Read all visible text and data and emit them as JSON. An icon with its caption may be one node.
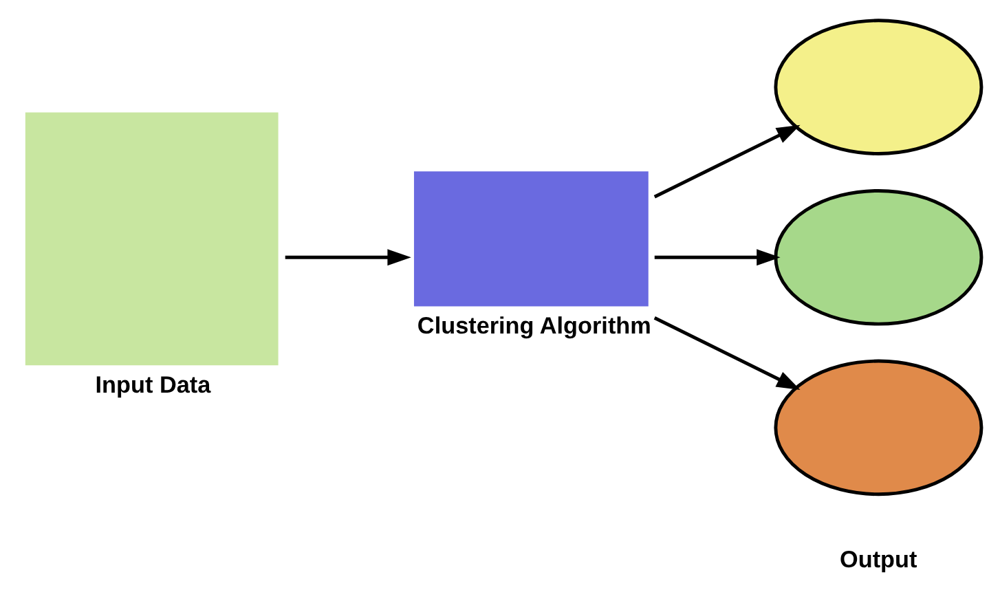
{
  "diagram": {
    "nodes": [
      {
        "text": [],
        "shape": "box",
        "beside": [
          "Input Data"
        ]
      },
      {
        "text": [],
        "shape": "box",
        "beside": [
          "Clustering Algorithm"
        ]
      },
      {
        "text": [],
        "shape": "circle"
      },
      {
        "text": [],
        "shape": "circle"
      },
      {
        "text": [],
        "shape": "circle"
      }
    ],
    "edges": [
      {
        "from": 0,
        "to": 1,
        "arrow": "to"
      },
      {
        "from": 1,
        "to": 2,
        "arrow": "to"
      },
      {
        "from": 1,
        "to": 3,
        "arrow": "to"
      },
      {
        "from": 1,
        "to": 4,
        "arrow": "to"
      }
    ],
    "labels": [
      "Output"
    ]
  }
}
